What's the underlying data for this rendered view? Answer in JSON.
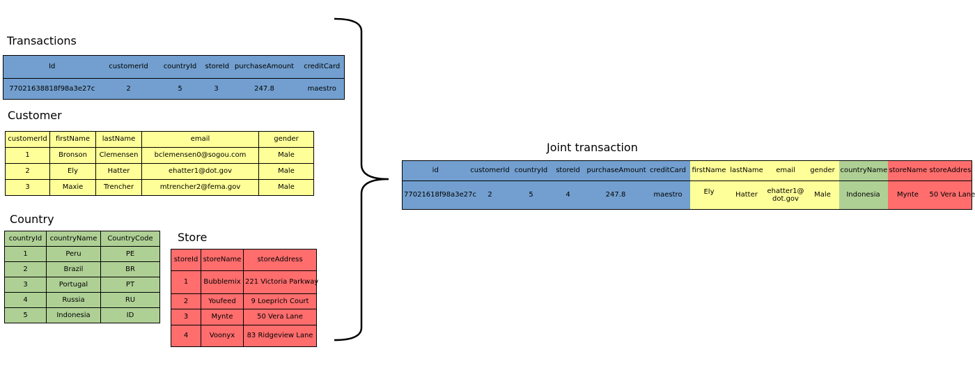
{
  "transactions": {
    "title": "Transactions",
    "headers": [
      "Id",
      "customerId",
      "countryId",
      "storeId",
      "purchaseAmount",
      "creditCard"
    ],
    "rows": [
      [
        "77021638818f98a3e27c",
        "2",
        "5",
        "3",
        "247.8",
        "maestro"
      ]
    ]
  },
  "customer": {
    "title": "Customer",
    "headers": [
      "customerId",
      "firstName",
      "lastName",
      "email",
      "gender"
    ],
    "rows": [
      [
        "1",
        "Bronson",
        "Clemensen",
        "bclemensen0@sogou.com",
        "Male"
      ],
      [
        "2",
        "Ely",
        "Hatter",
        "ehatter1@dot.gov",
        "Male"
      ],
      [
        "3",
        "Maxie",
        "Trencher",
        "mtrencher2@fema.gov",
        "Male"
      ]
    ]
  },
  "country": {
    "title": "Country",
    "headers": [
      "countryId",
      "countryName",
      "CountryCode"
    ],
    "rows": [
      [
        "1",
        "Peru",
        "PE"
      ],
      [
        "2",
        "Brazil",
        "BR"
      ],
      [
        "3",
        "Portugal",
        "PT"
      ],
      [
        "4",
        "Russia",
        "RU"
      ],
      [
        "5",
        "Indonesia",
        "ID"
      ]
    ]
  },
  "store": {
    "title": "Store",
    "headers": [
      "storeId",
      "storeName",
      "storeAddress"
    ],
    "rows": [
      [
        "1",
        "Bubblemix",
        "221 Victoria Parkway"
      ],
      [
        "2",
        "Youfeed",
        "9 Loeprich Court"
      ],
      [
        "3",
        "Mynte",
        "50 Vera Lane"
      ],
      [
        "4",
        "Voonyx",
        "83 Ridgeview Lane"
      ]
    ]
  },
  "joint": {
    "title": "Joint transaction",
    "headers": [
      "id",
      "customerId",
      "countryId",
      "storeId",
      "purchaseAmount",
      "creditCard",
      "firstName",
      "lastName",
      "email",
      "gender",
      "countryName",
      "storeName",
      "storeAddres"
    ],
    "row": [
      "77021618f98a3e27c",
      "2",
      "5",
      "4",
      "247.8",
      "maestro",
      "Ely",
      "Hatter",
      "ehatter1@dot.gov",
      "Male",
      "Indonesia",
      "Mynte",
      "50 Vera Lane"
    ]
  },
  "colors": {
    "transactions": "#729fcf",
    "customer": "#ffff99",
    "country": "#afd095",
    "store": "#ff6d6d"
  }
}
